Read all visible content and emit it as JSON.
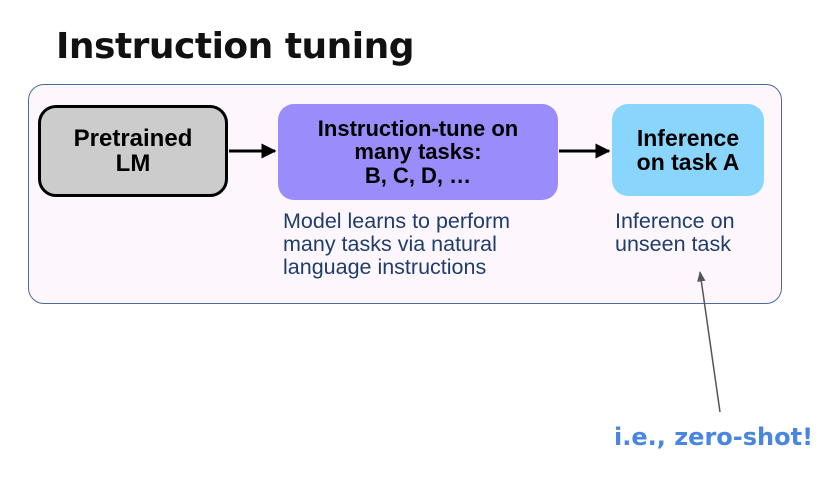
{
  "title": "Instruction tuning",
  "nodes": {
    "pretrained": {
      "lines": [
        "Pretrained",
        "LM"
      ]
    },
    "instruction_tune": {
      "lines": [
        "Instruction-tune on",
        "many tasks:",
        "B, C, D, …"
      ]
    },
    "inference": {
      "lines": [
        "Inference",
        "on task A"
      ]
    }
  },
  "captions": {
    "instruction_tune": [
      "Model learns to perform",
      "many tasks via natural",
      "language instructions"
    ],
    "inference": [
      "Inference on",
      "unseen task"
    ]
  },
  "note": "i.e., zero-shot!",
  "colors": {
    "pretrained_fill": "#cccccc",
    "instruction_tune_fill": "#9a8cfa",
    "inference_fill": "#89d5fb",
    "caption_text": "#1f3d6b",
    "note_text": "#4a86e0",
    "panel_border": "#4a6aa0"
  }
}
